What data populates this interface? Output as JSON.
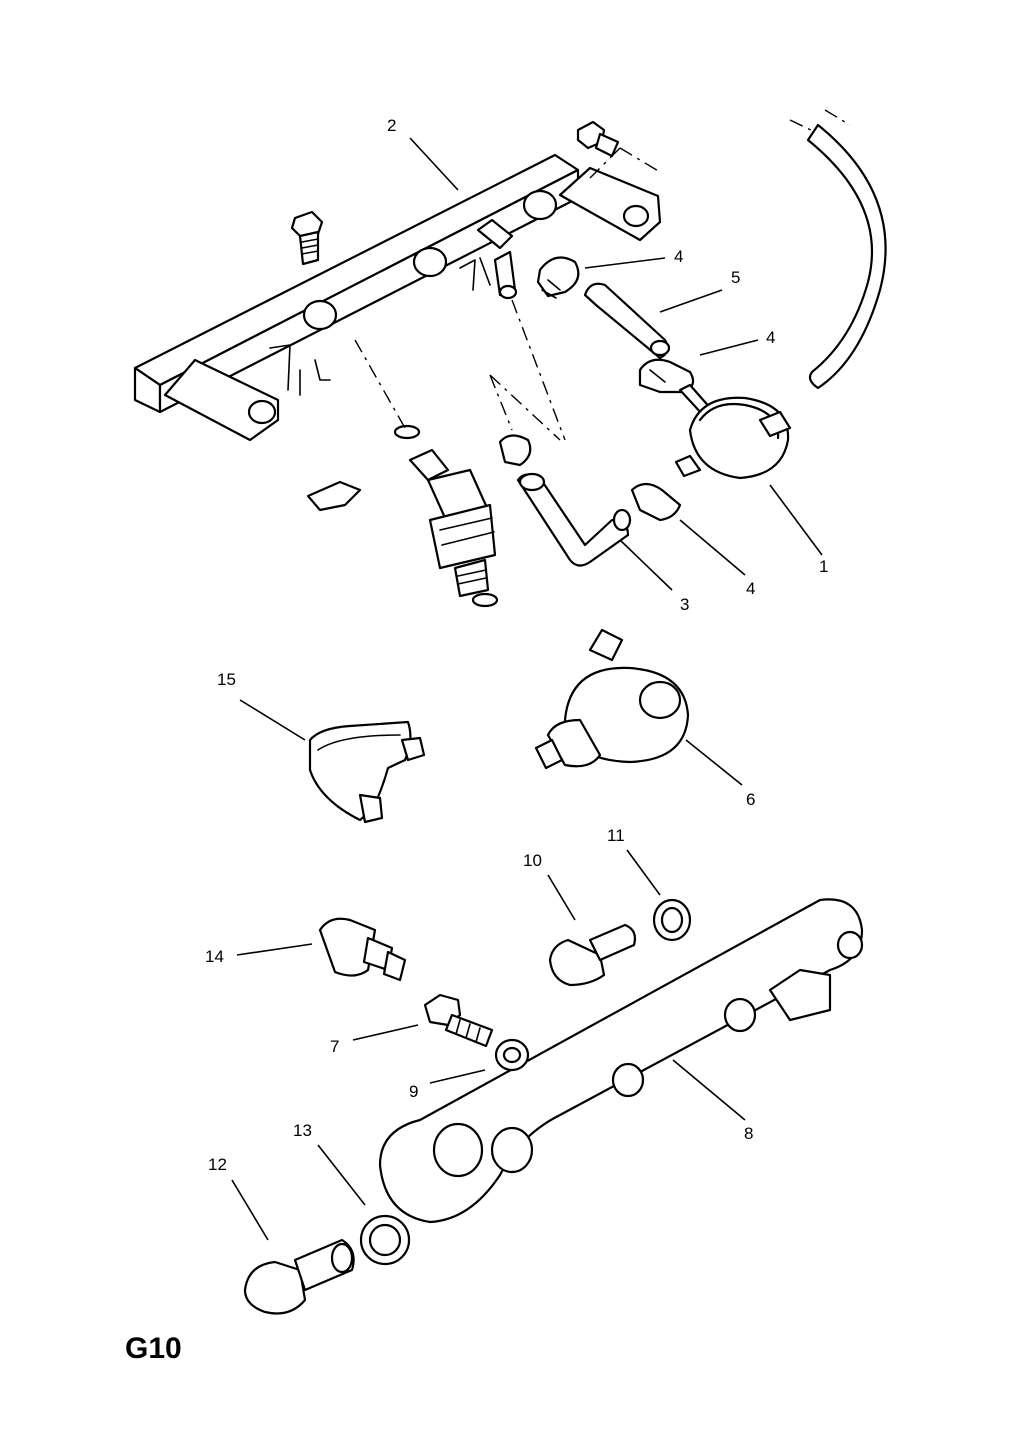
{
  "page_code": "G10",
  "callouts": {
    "c1": "1",
    "c2": "2",
    "c3": "3",
    "c4a": "4",
    "c4b": "4",
    "c4c": "4",
    "c5": "5",
    "c6": "6",
    "c7": "7",
    "c8": "8",
    "c9": "9",
    "c10": "10",
    "c11": "11",
    "c12": "12",
    "c13": "13",
    "c14": "14",
    "c15": "15"
  }
}
